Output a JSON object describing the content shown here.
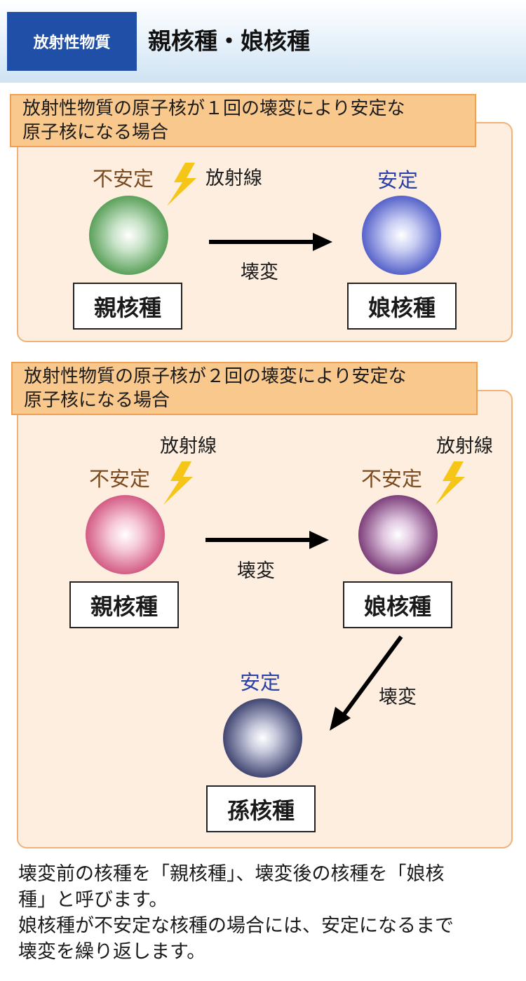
{
  "header": {
    "category": "放射性物質",
    "title": "親核種・娘核種"
  },
  "panel1": {
    "label_line1": "放射性物質の原子核が１回の壊変により安定な",
    "label_line2": "原子核になる場合",
    "unstable": "不安定",
    "radiation": "放射線",
    "stable": "安定",
    "decay": "壊変",
    "parent": "親核種",
    "daughter": "娘核種"
  },
  "panel2": {
    "label_line1": "放射性物質の原子核が２回の壊変により安定な",
    "label_line2": "原子核になる場合",
    "radiation_a": "放射線",
    "radiation_b": "放射線",
    "unstable_a": "不安定",
    "unstable_b": "不安定",
    "decay_a": "壊変",
    "decay_b": "壊変",
    "stable": "安定",
    "parent": "親核種",
    "daughter": "娘核種",
    "granddaughter": "孫核種"
  },
  "footer": {
    "line1": "壊変前の核種を「親核種」、壊変後の核種を「娘核",
    "line2": "種」と呼びます。",
    "line3": "娘核種が不安定な核種の場合には、安定になるまで",
    "line4": "壊変を繰り返します。"
  },
  "colors": {
    "badge": "#1f4fa6",
    "panel_bg": "#fdeedf",
    "panel_label": "#f8c88c",
    "unstable_text": "#7b4a1e",
    "stable_text": "#2a3fa8",
    "bolt": "#f5c518"
  }
}
